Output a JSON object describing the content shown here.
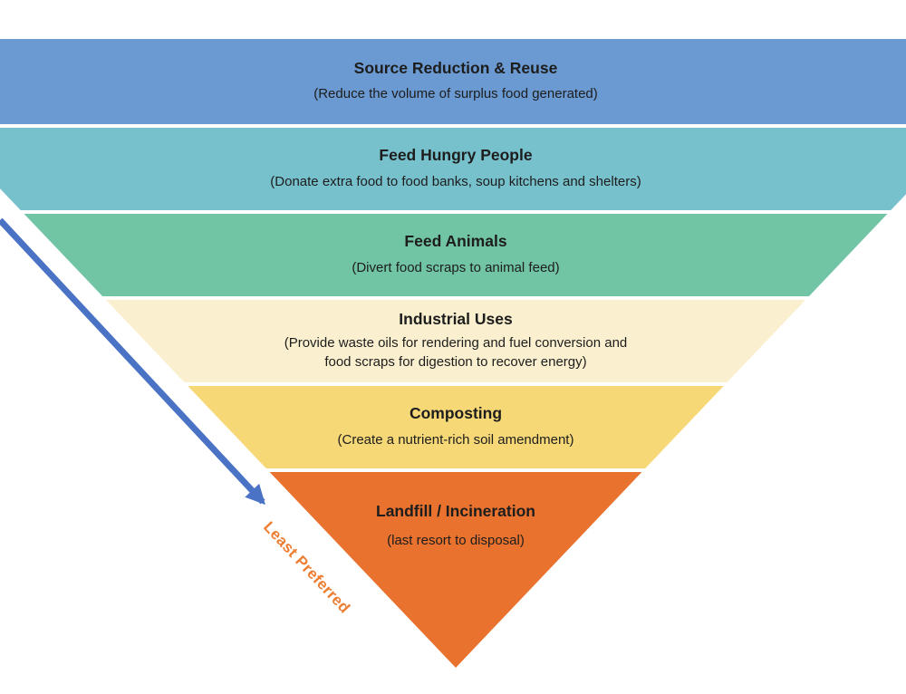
{
  "diagram": {
    "levels": [
      {
        "title": "Source Reduction & Reuse",
        "subtitle": "(Reduce the volume of surplus food generated)",
        "color": "#6a9ad1"
      },
      {
        "title": "Feed Hungry People",
        "subtitle": "(Donate extra food to food banks, soup kitchens and shelters)",
        "color": "#77c1cd"
      },
      {
        "title": "Feed Animals",
        "subtitle": "(Divert food scraps to animal feed)",
        "color": "#71c4a4"
      },
      {
        "title": "Industrial Uses",
        "subtitle": "(Provide waste oils for rendering and fuel conversion and",
        "subtitle2": "food scraps for digestion to recover energy)",
        "color": "#faf0cf"
      },
      {
        "title": "Composting",
        "subtitle": "(Create a nutrient-rich soil amendment)",
        "color": "#f6d877"
      },
      {
        "title": "Landfill / Incineration",
        "subtitle": "(last resort to disposal)",
        "color": "#e8722e"
      }
    ],
    "annotation": {
      "label": "Least Preferred",
      "color": "#ed7d31"
    },
    "arrow": {
      "color": "#4b73c5"
    }
  }
}
